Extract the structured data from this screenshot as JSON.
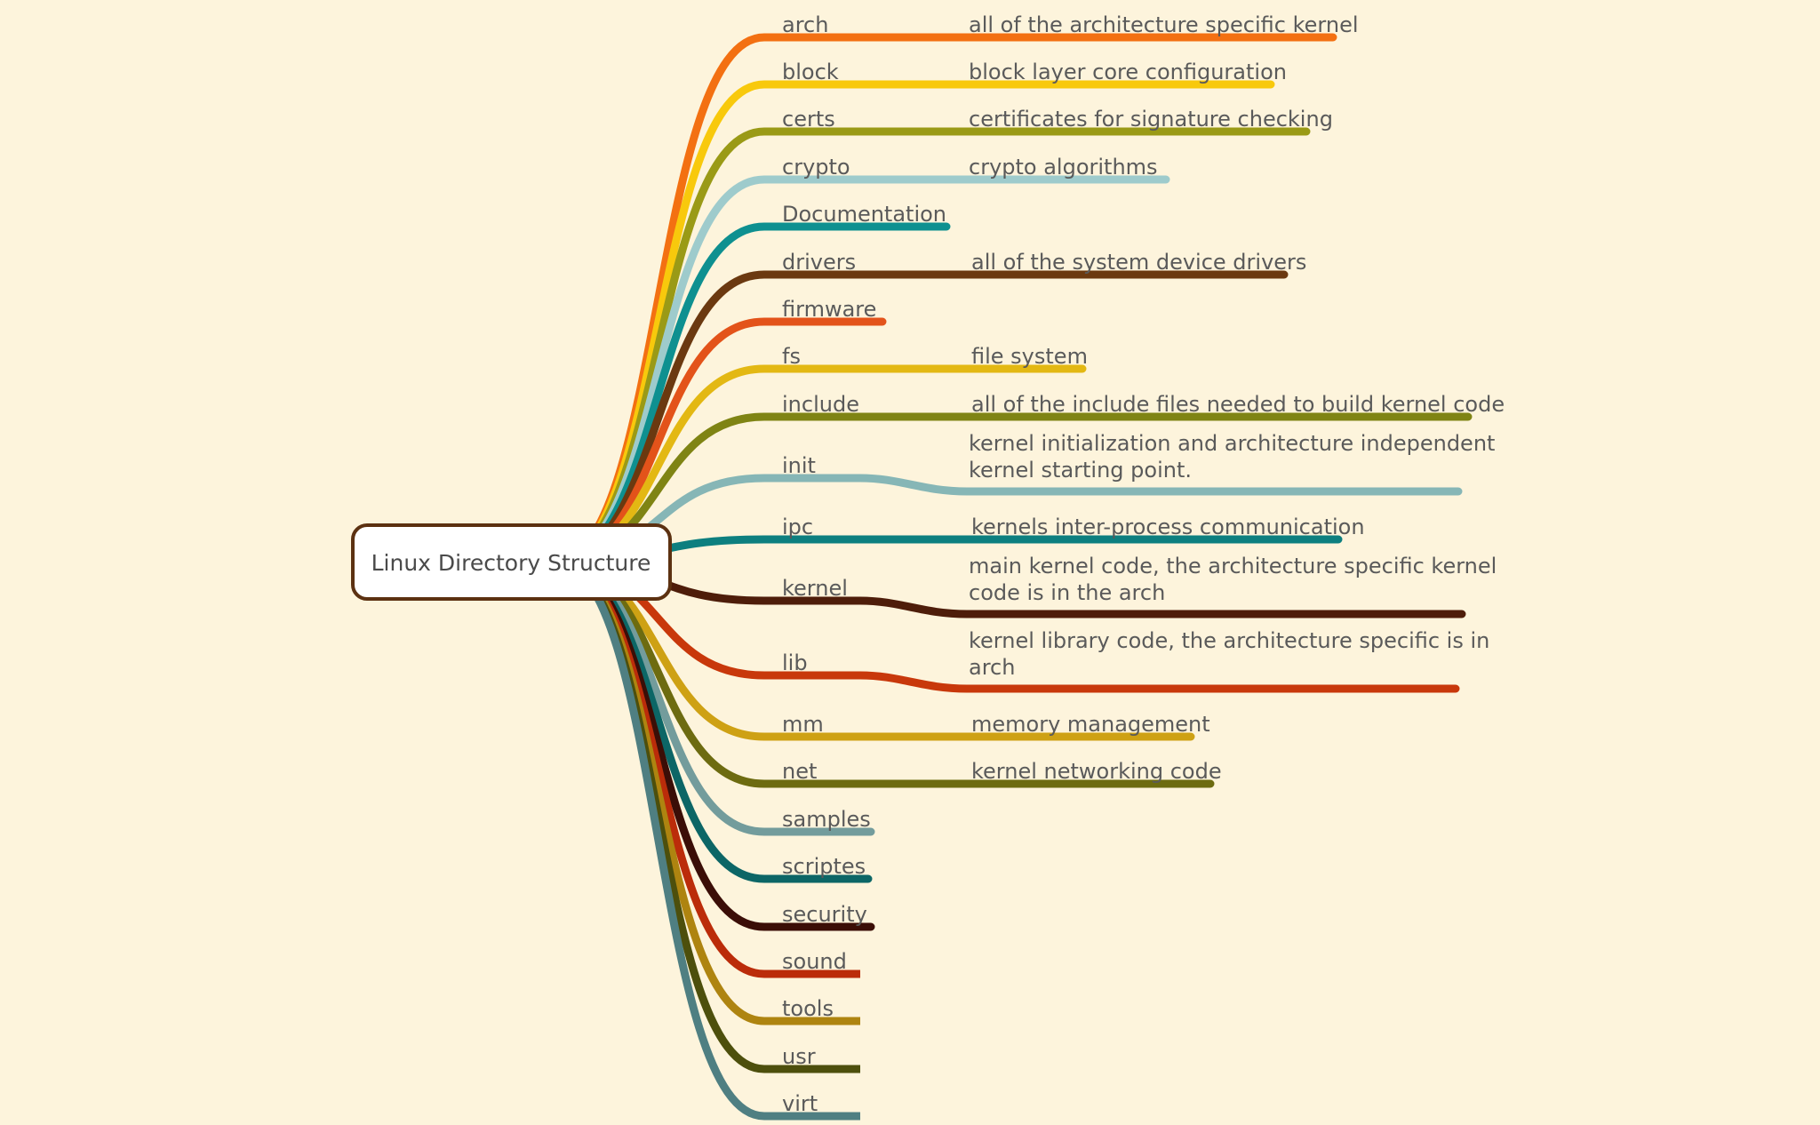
{
  "root": {
    "label": "Linux Directory Structure"
  },
  "branches": [
    {
      "name": "arch",
      "color": "#f37012",
      "desc": [
        "all of the architecture specific kernel"
      ]
    },
    {
      "name": "block",
      "color": "#f8c90c",
      "desc": [
        "block layer core configuration"
      ]
    },
    {
      "name": "certs",
      "color": "#9a9a16",
      "desc": [
        "certificates for signature checking"
      ]
    },
    {
      "name": "crypto",
      "color": "#9ecbcc",
      "desc": [
        "crypto algorithms"
      ]
    },
    {
      "name": "Documentation",
      "color": "#0e9090",
      "desc": []
    },
    {
      "name": "drivers",
      "color": "#6b3910",
      "desc": [
        "all of the system device drivers"
      ]
    },
    {
      "name": "firmware",
      "color": "#e3531a",
      "desc": []
    },
    {
      "name": "fs",
      "color": "#e3b813",
      "desc": [
        "file system"
      ]
    },
    {
      "name": "include",
      "color": "#7f8414",
      "desc": [
        "all of the include files needed to build kernel code"
      ]
    },
    {
      "name": "init",
      "color": "#86b6b6",
      "desc": [
        "kernel initialization and architecture independent",
        "kernel starting point."
      ]
    },
    {
      "name": "ipc",
      "color": "#0d7f7f",
      "desc": [
        "kernels inter-process communication"
      ]
    },
    {
      "name": "kernel",
      "color": "#4e1d0a",
      "desc": [
        "main kernel code, the architecture specific kernel",
        "code is in the arch"
      ]
    },
    {
      "name": "lib",
      "color": "#c8380b",
      "desc": [
        "kernel library code, the architecture specific is in",
        "arch"
      ]
    },
    {
      "name": "mm",
      "color": "#cea114",
      "desc": [
        "memory management"
      ]
    },
    {
      "name": "net",
      "color": "#6d6b10",
      "desc": [
        "kernel networking code"
      ]
    },
    {
      "name": "samples",
      "color": "#739c9c",
      "desc": []
    },
    {
      "name": "scriptes",
      "color": "#0c6666",
      "desc": []
    },
    {
      "name": "security",
      "color": "#3b0e07",
      "desc": []
    },
    {
      "name": "sound",
      "color": "#bb2c0a",
      "desc": []
    },
    {
      "name": "tools",
      "color": "#ae8410",
      "desc": []
    },
    {
      "name": "usr",
      "color": "#4d4f0c",
      "desc": []
    },
    {
      "name": "virt",
      "color": "#4f7f82",
      "desc": []
    }
  ]
}
